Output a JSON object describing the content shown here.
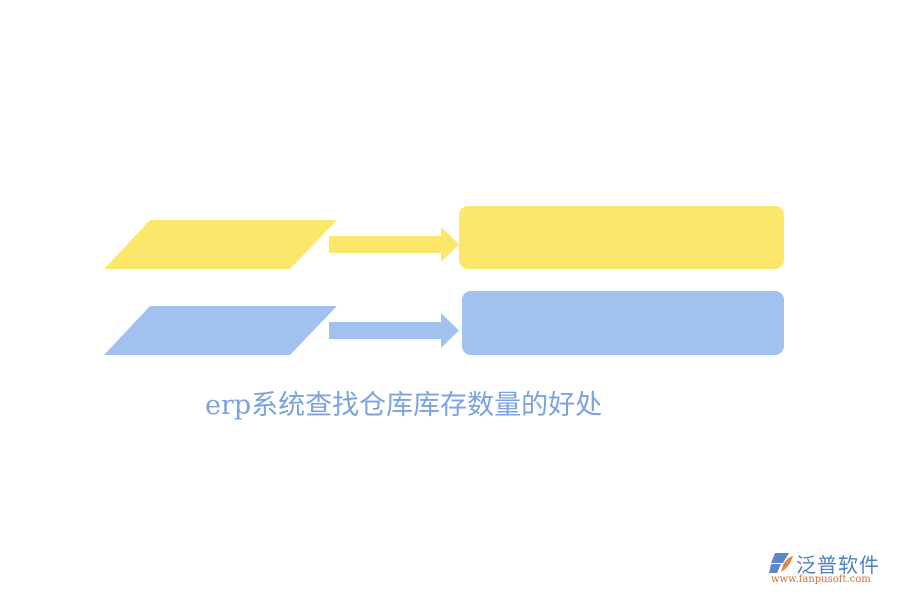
{
  "diagram": {
    "title": "erp系统查找仓库库存数量的好处",
    "rows": [
      {
        "input_label": "",
        "output_label": "",
        "color": "#fde76b"
      },
      {
        "input_label": "",
        "output_label": "",
        "color": "#a1c1ee"
      }
    ]
  },
  "logo": {
    "name": "泛普软件",
    "url": "www.fanpusoft.com",
    "icon": "fanpu-logo-icon"
  },
  "colors": {
    "yellow": "#fde76b",
    "blue": "#a1c1ee",
    "title": "#7aa3df",
    "logo_blue": "#4a7fc6",
    "logo_orange": "#c8703a"
  }
}
